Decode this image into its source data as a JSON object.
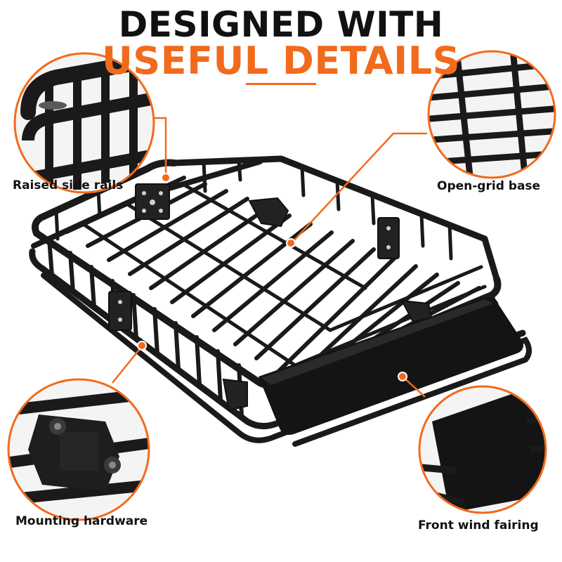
{
  "headline": {
    "line1": "DESIGNED WITH",
    "line2": "USEFUL DETAILS"
  },
  "callouts": [
    {
      "label": "Raised side rails"
    },
    {
      "label": "Open-grid base"
    },
    {
      "label": "Mounting hardware"
    },
    {
      "label": "Front wind fairing"
    }
  ],
  "colors": {
    "accent": "#f26a1b",
    "headline_dark": "#111111",
    "product": "#1a1a1a",
    "background": "#ffffff"
  }
}
